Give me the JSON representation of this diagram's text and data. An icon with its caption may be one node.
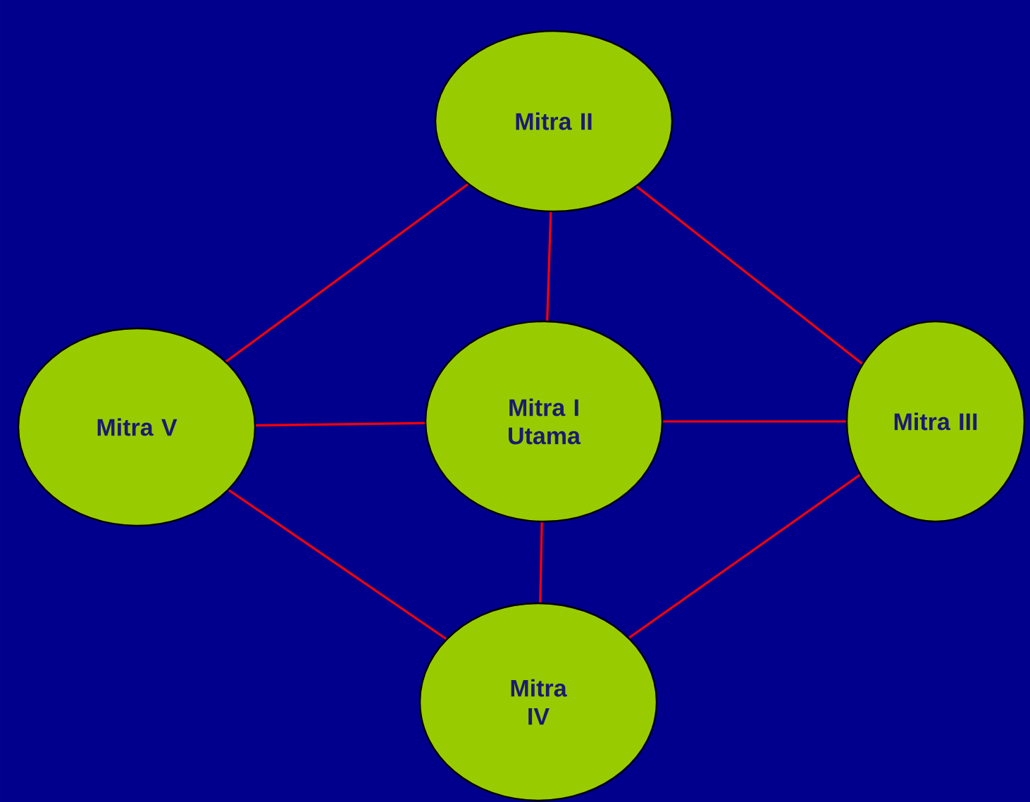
{
  "diagram": {
    "nodes": [
      {
        "text": [
          "Mitra II"
        ]
      },
      {
        "text": [
          "Mitra V"
        ]
      },
      {
        "text": [
          "Mitra I Utama"
        ]
      },
      {
        "text": [
          "Mitra III"
        ]
      },
      {
        "text": [
          "Mitra IV"
        ]
      }
    ],
    "edges": [
      {
        "from": 0,
        "to": 1,
        "arrow": "none"
      },
      {
        "from": 0,
        "to": 2,
        "arrow": "none"
      },
      {
        "from": 0,
        "to": 3,
        "arrow": "none"
      },
      {
        "from": 1,
        "to": 2,
        "arrow": "none"
      },
      {
        "from": 2,
        "to": 3,
        "arrow": "none"
      },
      {
        "from": 1,
        "to": 4,
        "arrow": "none"
      },
      {
        "from": 2,
        "to": 4,
        "arrow": "none"
      },
      {
        "from": 3,
        "to": 4,
        "arrow": "none"
      }
    ]
  }
}
